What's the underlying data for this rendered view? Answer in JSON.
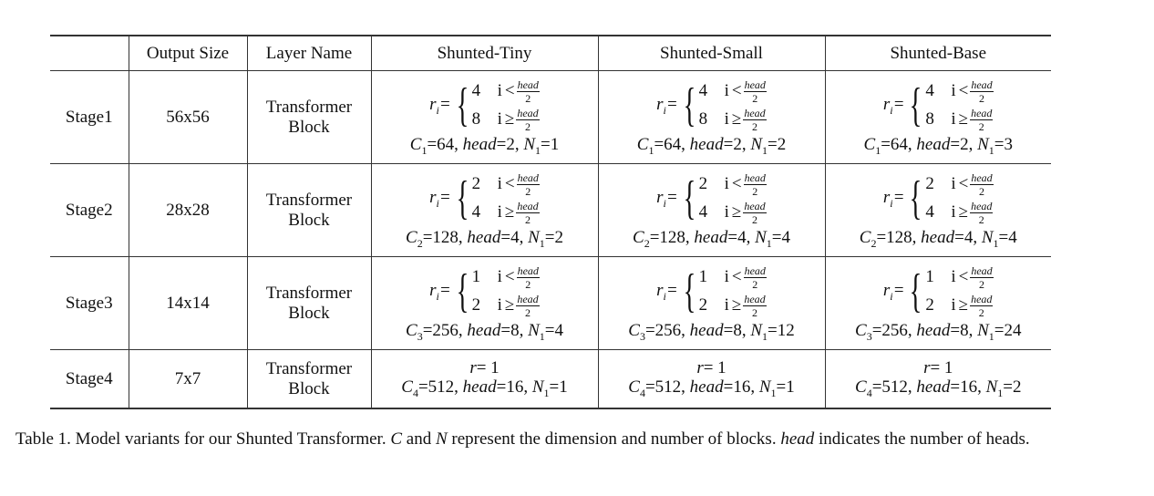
{
  "table": {
    "headers": [
      "",
      "Output Size",
      "Layer Name",
      "Shunted-Tiny",
      "Shunted-Small",
      "Shunted-Base"
    ],
    "rows": [
      {
        "stage": "Stage1",
        "output_size": "56x56",
        "layer_line1": "Transformer",
        "layer_line2": "Block",
        "configs": [
          {
            "r_label": "r",
            "r_sub": "i",
            "case1_val": "4",
            "case1_op": "<",
            "case2_val": "8",
            "case2_op": "≥",
            "frac_num": "head",
            "frac_den": "2",
            "c_sym": "C",
            "c_sub": "1",
            "c_val": "=64, ",
            "head_lbl": "head",
            "head_val": "=2, ",
            "n_sym": "N",
            "n_sub": "1",
            "n_val": "=1"
          },
          {
            "r_label": "r",
            "r_sub": "i",
            "case1_val": "4",
            "case1_op": "<",
            "case2_val": "8",
            "case2_op": "≥",
            "frac_num": "head",
            "frac_den": "2",
            "c_sym": "C",
            "c_sub": "1",
            "c_val": "=64, ",
            "head_lbl": "head",
            "head_val": "=2, ",
            "n_sym": "N",
            "n_sub": "1",
            "n_val": "=2"
          },
          {
            "r_label": "r",
            "r_sub": "i",
            "case1_val": "4",
            "case1_op": "<",
            "case2_val": "8",
            "case2_op": "≥",
            "frac_num": "head",
            "frac_den": "2",
            "c_sym": "C",
            "c_sub": "1",
            "c_val": "=64, ",
            "head_lbl": "head",
            "head_val": "=2, ",
            "n_sym": "N",
            "n_sub": "1",
            "n_val": "=3"
          }
        ]
      },
      {
        "stage": "Stage2",
        "output_size": "28x28",
        "layer_line1": "Transformer",
        "layer_line2": "Block",
        "configs": [
          {
            "r_label": "r",
            "r_sub": "i",
            "case1_val": "2",
            "case1_op": "<",
            "case2_val": "4",
            "case2_op": "≥",
            "frac_num": "head",
            "frac_den": "2",
            "c_sym": "C",
            "c_sub": "2",
            "c_val": "=128, ",
            "head_lbl": "head",
            "head_val": "=4, ",
            "n_sym": "N",
            "n_sub": "1",
            "n_val": "=2"
          },
          {
            "r_label": "r",
            "r_sub": "i",
            "case1_val": "2",
            "case1_op": "<",
            "case2_val": "4",
            "case2_op": "≥",
            "frac_num": "head",
            "frac_den": "2",
            "c_sym": "C",
            "c_sub": "2",
            "c_val": "=128, ",
            "head_lbl": "head",
            "head_val": "=4, ",
            "n_sym": "N",
            "n_sub": "1",
            "n_val": "=4"
          },
          {
            "r_label": "r",
            "r_sub": "i",
            "case1_val": "2",
            "case1_op": "<",
            "case2_val": "4",
            "case2_op": "≥",
            "frac_num": "head",
            "frac_den": "2",
            "c_sym": "C",
            "c_sub": "2",
            "c_val": "=128, ",
            "head_lbl": "head",
            "head_val": "=4, ",
            "n_sym": "N",
            "n_sub": "1",
            "n_val": "=4"
          }
        ]
      },
      {
        "stage": "Stage3",
        "output_size": "14x14",
        "layer_line1": "Transformer",
        "layer_line2": "Block",
        "configs": [
          {
            "r_label": "r",
            "r_sub": "i",
            "case1_val": "1",
            "case1_op": "<",
            "case2_val": "2",
            "case2_op": "≥",
            "frac_num": "head",
            "frac_den": "2",
            "c_sym": "C",
            "c_sub": "3",
            "c_val": "=256, ",
            "head_lbl": "head",
            "head_val": "=8, ",
            "n_sym": "N",
            "n_sub": "1",
            "n_val": "=4"
          },
          {
            "r_label": "r",
            "r_sub": "i",
            "case1_val": "1",
            "case1_op": "<",
            "case2_val": "2",
            "case2_op": "≥",
            "frac_num": "head",
            "frac_den": "2",
            "c_sym": "C",
            "c_sub": "3",
            "c_val": "=256, ",
            "head_lbl": "head",
            "head_val": "=8, ",
            "n_sym": "N",
            "n_sub": "1",
            "n_val": "=12"
          },
          {
            "r_label": "r",
            "r_sub": "i",
            "case1_val": "1",
            "case1_op": "<",
            "case2_val": "2",
            "case2_op": "≥",
            "frac_num": "head",
            "frac_den": "2",
            "c_sym": "C",
            "c_sub": "3",
            "c_val": "=256, ",
            "head_lbl": "head",
            "head_val": "=8, ",
            "n_sym": "N",
            "n_sub": "1",
            "n_val": "=24"
          }
        ]
      },
      {
        "stage": "Stage4",
        "output_size": "7x7",
        "layer_line1": "Transformer",
        "layer_line2": "Block",
        "configs": [
          {
            "r_label": "r",
            "r_val": "= 1",
            "c_sym": "C",
            "c_sub": "4",
            "c_val": "=512, ",
            "head_lbl": "head",
            "head_val": "=16, ",
            "n_sym": "N",
            "n_sub": "1",
            "n_val": "=1"
          },
          {
            "r_label": "r",
            "r_val": "= 1",
            "c_sym": "C",
            "c_sub": "4",
            "c_val": "=512, ",
            "head_lbl": "head",
            "head_val": "=16, ",
            "n_sym": "N",
            "n_sub": "1",
            "n_val": "=1"
          },
          {
            "r_label": "r",
            "r_val": "= 1",
            "c_sym": "C",
            "c_sub": "4",
            "c_val": "=512, ",
            "head_lbl": "head",
            "head_val": "=16, ",
            "n_sym": "N",
            "n_sub": "1",
            "n_val": "=2"
          }
        ]
      }
    ]
  },
  "caption": {
    "p1": "Table 1. Model variants for our Shunted Transformer. ",
    "c": "C",
    "p2": " and ",
    "n": "N",
    "p3": " represent the dimension and number of blocks. ",
    "head": "head",
    "p4": " indicates the number of heads."
  }
}
